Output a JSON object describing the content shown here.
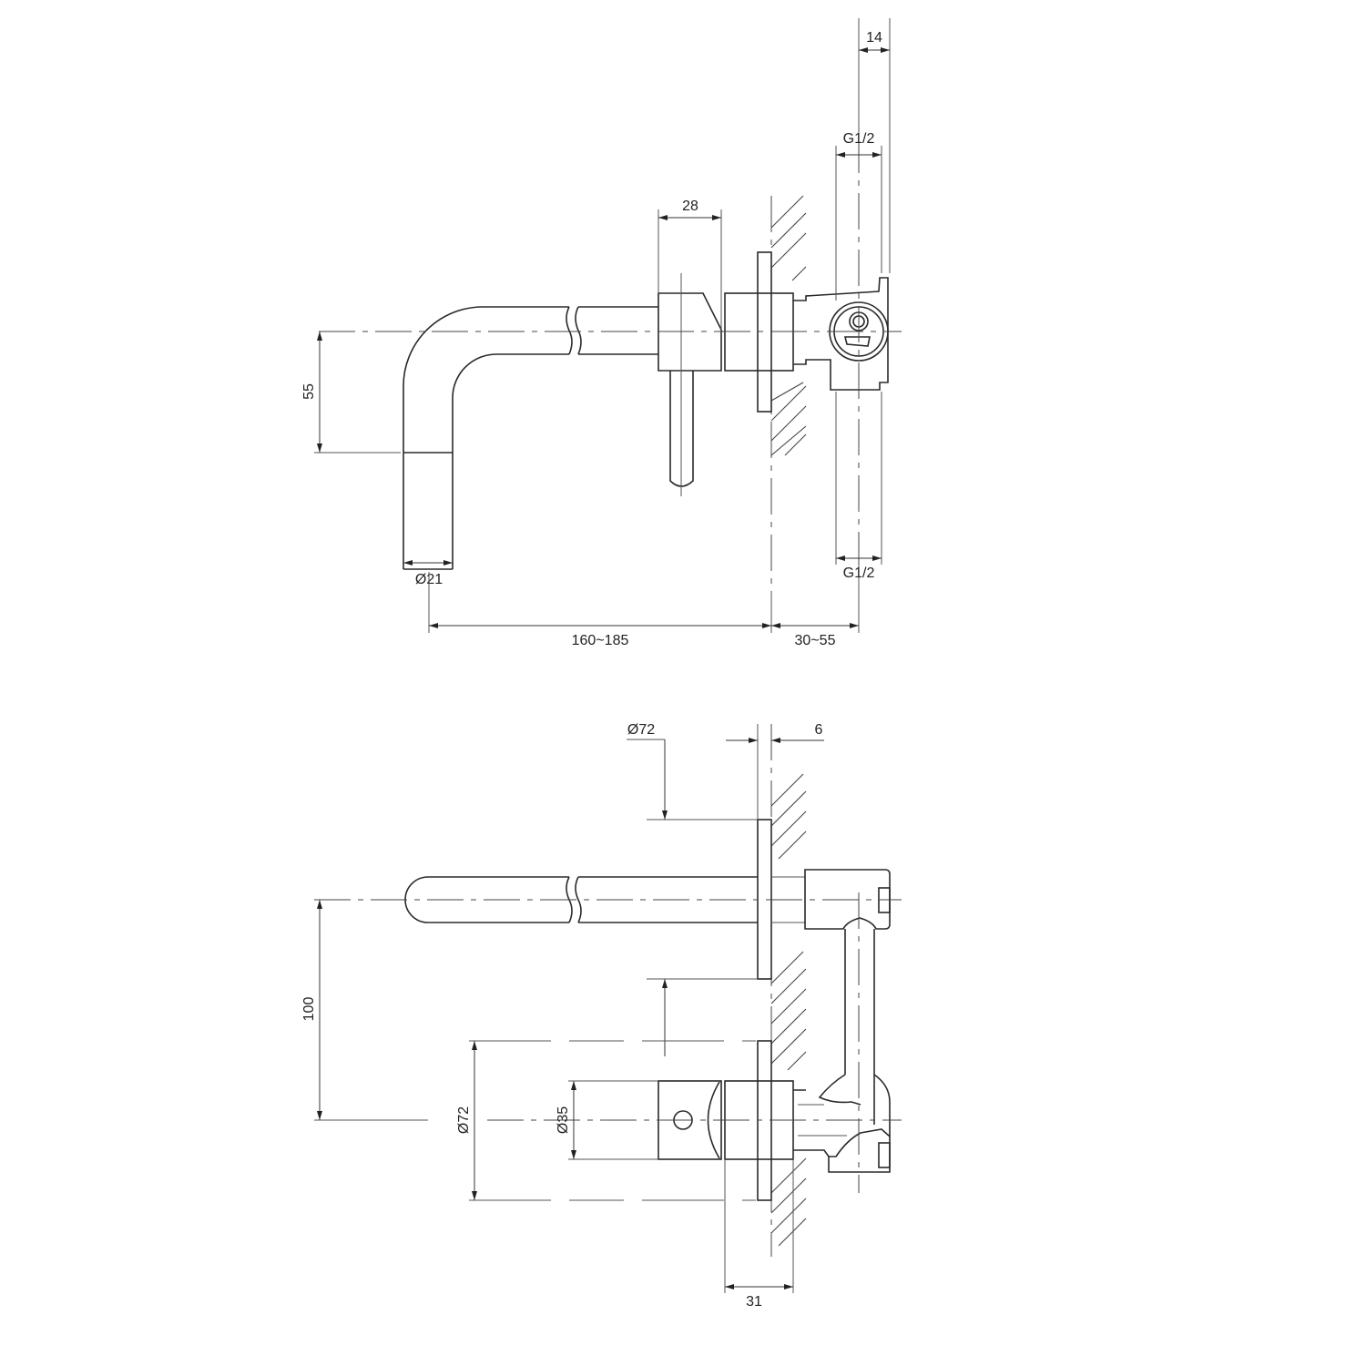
{
  "drawing": {
    "top_view": {
      "dim_14": "14",
      "dim_g12_top": "G1/2",
      "dim_28": "28",
      "dim_55": "55",
      "dim_d21": "Ø21",
      "dim_160_185": "160~185",
      "dim_30_55": "30~55",
      "dim_g12_bottom": "G1/2"
    },
    "side_view": {
      "dim_d72_top": "Ø72",
      "dim_6": "6",
      "dim_100": "100",
      "dim_d72_left": "Ø72",
      "dim_d35": "Ø35",
      "dim_31": "31"
    },
    "line_color": "#2a2a2a"
  }
}
